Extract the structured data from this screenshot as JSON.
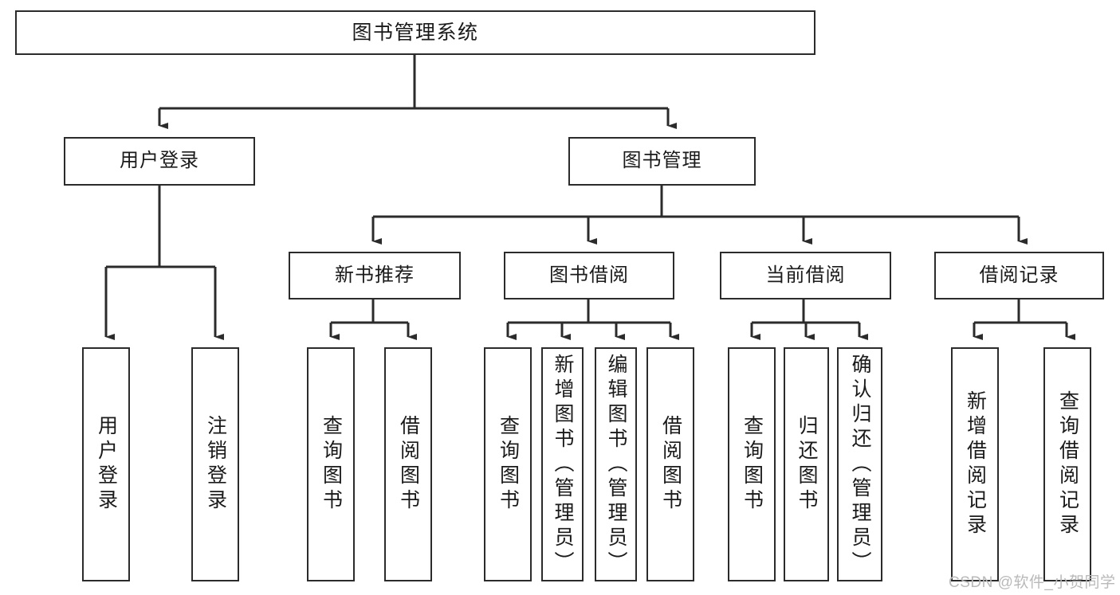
{
  "diagram": {
    "type": "tree-hierarchy-chart",
    "title_node": {
      "label": "图书管理系统"
    },
    "level2": [
      {
        "label": "用户登录"
      },
      {
        "label": "图书管理"
      }
    ],
    "level3": [
      {
        "label": "新书推荐"
      },
      {
        "label": "图书借阅"
      },
      {
        "label": "当前借阅"
      },
      {
        "label": "借阅记录"
      }
    ],
    "leaves": {
      "user_login": [
        {
          "label": "用户登录"
        },
        {
          "label": "注销登录"
        }
      ],
      "new_book_recommend": [
        {
          "label": "查询图书"
        },
        {
          "label": "借阅图书"
        }
      ],
      "book_borrow": [
        {
          "label": "查询图书"
        },
        {
          "label": "新增图书（管理员）"
        },
        {
          "label": "编辑图书（管理员）"
        },
        {
          "label": "借阅图书"
        }
      ],
      "current_borrow": [
        {
          "label": "查询图书"
        },
        {
          "label": "归还图书"
        },
        {
          "label": "确认归还（管理员）"
        }
      ],
      "borrow_record": [
        {
          "label": "新增借阅记录"
        },
        {
          "label": "查询借阅记录"
        }
      ]
    },
    "watermark": {
      "text": "CSDN @软件_小贺同学"
    },
    "colors": {
      "stroke": "#2b2b2b",
      "background": "#ffffff",
      "text": "#1a1a1a",
      "watermark": "#b9b9b9"
    }
  }
}
